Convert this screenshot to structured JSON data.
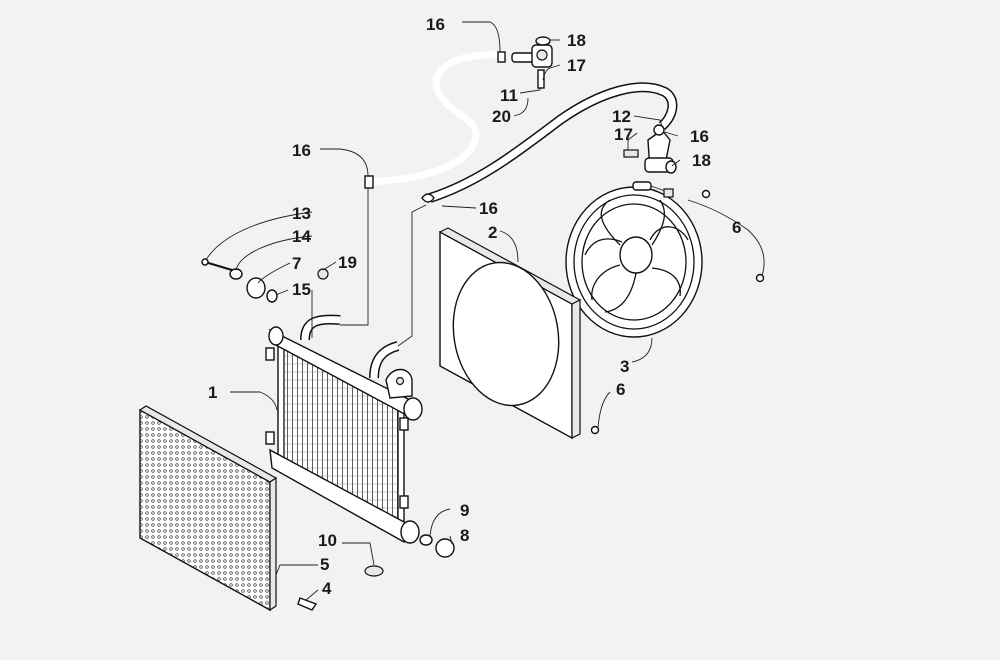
{
  "diagram": {
    "background": "#f2f2f2",
    "line_color": "#111111",
    "callouts": [
      "16",
      "18",
      "17",
      "11",
      "20",
      "12",
      "17",
      "16",
      "18",
      "16",
      "16",
      "2",
      "6",
      "13",
      "14",
      "7",
      "19",
      "15",
      "1",
      "3",
      "6",
      "9",
      "8",
      "10",
      "5",
      "4"
    ]
  }
}
